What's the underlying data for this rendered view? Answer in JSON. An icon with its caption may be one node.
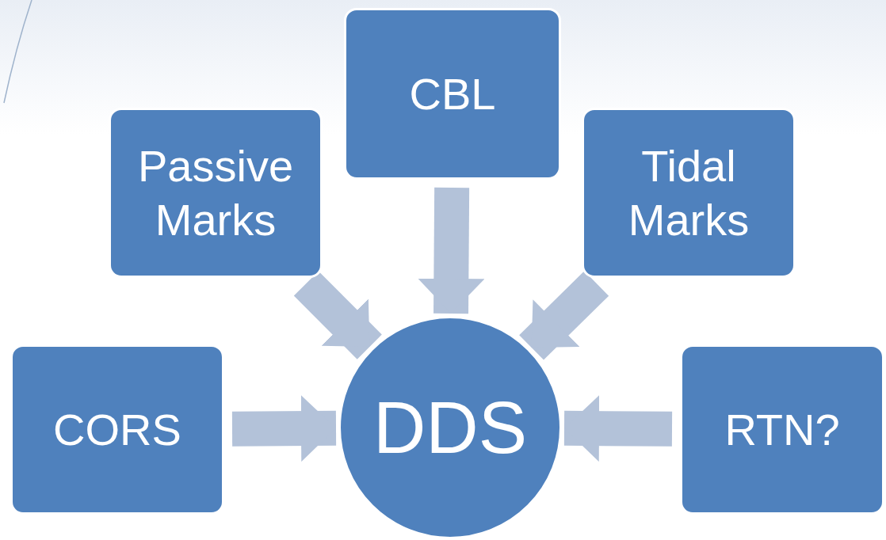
{
  "diagram": {
    "nodes": [
      {
        "text": [
          "Passive Marks"
        ]
      },
      {
        "text": [
          "CBL"
        ]
      },
      {
        "text": [
          "Tidal Marks"
        ]
      },
      {
        "text": [
          "CORS"
        ]
      },
      {
        "text": [
          "DDS"
        ]
      },
      {
        "text": [
          "RTN?"
        ]
      }
    ],
    "edges": [
      {
        "from": 0,
        "to": 4,
        "arrow": "to"
      },
      {
        "from": 1,
        "to": 4,
        "arrow": "to"
      },
      {
        "from": 2,
        "to": 4,
        "arrow": "to"
      },
      {
        "from": 3,
        "to": 4,
        "arrow": "to"
      },
      {
        "from": 5,
        "to": 4,
        "arrow": "to"
      }
    ]
  }
}
